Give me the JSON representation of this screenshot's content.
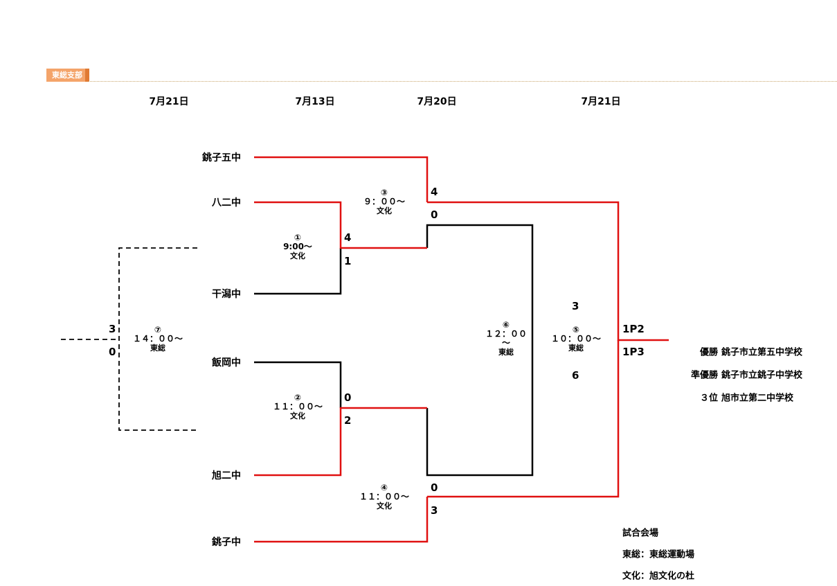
{
  "header": {
    "tag": "東総支部"
  },
  "dates": [
    "7月21日",
    "7月13日",
    "7月20日",
    "7月21日"
  ],
  "teams": [
    "銚子五中",
    "八二中",
    "干潟中",
    "飯岡中",
    "旭二中",
    "銚子中"
  ],
  "matches": {
    "m1": {
      "no": "①",
      "time": "9:00～",
      "venue": "文化"
    },
    "m2": {
      "no": "②",
      "time": "１１：００～",
      "venue": "文化"
    },
    "m3": {
      "no": "③",
      "time": "９：００～",
      "venue": "文化"
    },
    "m4": {
      "no": "④",
      "time": "１１：００～",
      "venue": "文化"
    },
    "m5": {
      "no": "⑤",
      "time": "１０：００～",
      "venue": "東総"
    },
    "m6": {
      "no": "⑥",
      "time": "１２：００",
      "time2": "～",
      "venue": "東総"
    },
    "m7": {
      "no": "⑦",
      "time": "１４：００～",
      "venue": "東総"
    }
  },
  "scores": {
    "m1_top": "4",
    "m1_bottom": "1",
    "m2_top": "0",
    "m2_bottom": "2",
    "m3_top": "4",
    "m3_bottom": "0",
    "m4_top": "0",
    "m4_bottom": "3",
    "m5_top": "3",
    "m5_bottom": "6",
    "m5_pk_top": "1P2",
    "m5_pk_bottom": "1P3",
    "m7_top": "3",
    "m7_bottom": "0"
  },
  "results": [
    {
      "rank": "優勝",
      "school": "銚子市立第五中学校"
    },
    {
      "rank": "準優勝",
      "school": "銚子市立銚子中学校"
    },
    {
      "rank": "３位",
      "school": "旭市立第二中学校"
    }
  ],
  "venues": {
    "heading": "試合会場",
    "items": [
      "東総：東総運動場",
      "文化：旭文化の杜"
    ]
  },
  "colors": {
    "winner_line": "#e01010",
    "line": "#000000",
    "tag_bg": "#f4a46a"
  }
}
